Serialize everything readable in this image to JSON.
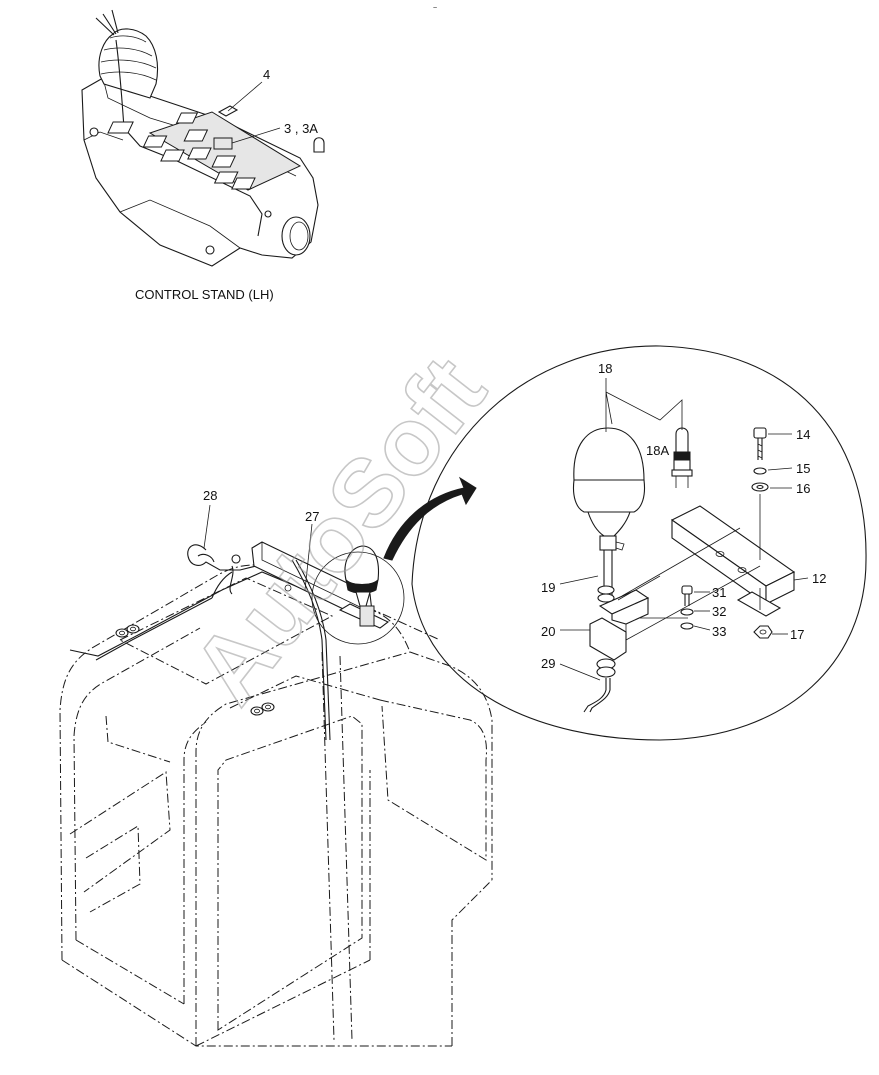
{
  "diagram": {
    "header_mark": "~",
    "watermark": "AutoSoft",
    "control_stand_title": "CONTROL STAND (LH)",
    "labels": {
      "l4": "4",
      "l3": "3 , 3A",
      "l28": "28",
      "l27": "27",
      "l18": "18",
      "l18a": "18A",
      "l14": "14",
      "l15": "15",
      "l16": "16",
      "l19": "19",
      "l12": "12",
      "l31": "31",
      "l32": "32",
      "l20": "20",
      "l33": "33",
      "l17": "17",
      "l29": "29"
    }
  }
}
